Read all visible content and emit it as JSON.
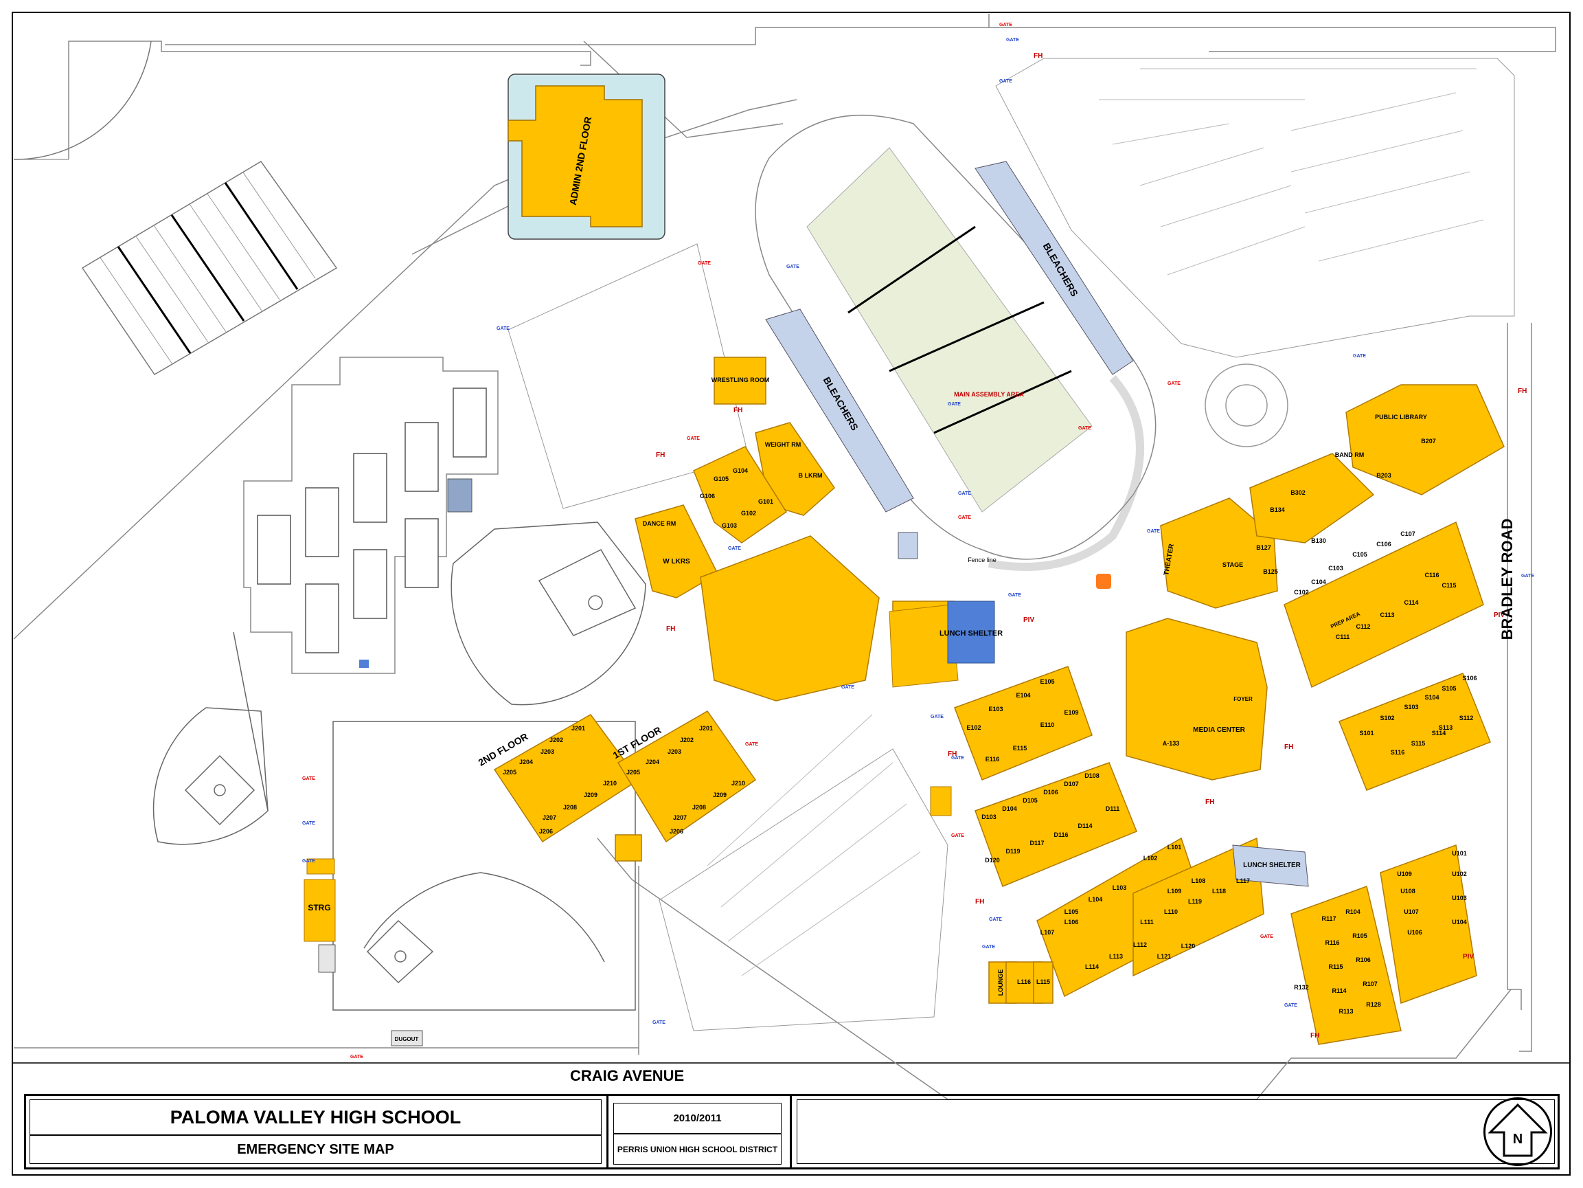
{
  "title_block": {
    "school": "PALOMA VALLEY HIGH SCHOOL",
    "subtitle": "EMERGENCY SITE MAP",
    "year": "2010/2011",
    "district": "PERRIS UNION HIGH SCHOOL DISTRICT",
    "north_letter": "N"
  },
  "roads": {
    "south": "CRAIG AVENUE",
    "east": "BRADLEY ROAD"
  },
  "colors": {
    "building": "#ffc000",
    "building_stroke": "#b07a00",
    "bleachers": "#c5d3ea",
    "field": "#e9efd9",
    "admin_bg": "#cde8ec",
    "lunch_shelter": "#4f7fd6",
    "gate": "#e00000"
  },
  "map": {
    "admin": "ADMIN 2ND FLOOR",
    "main_assembly": "MAIN ASSEMBLY AREA",
    "bleachers": "BLEACHERS",
    "lunch_shelter": "LUNCH SHELTER",
    "lunch_shelter_2": "LUNCH SHELTER",
    "wrestling": "WRESTLING ROOM",
    "weight": "WEIGHT RM",
    "dance": "DANCE RM",
    "w_lkrs": "W LKRS",
    "b_lkrm": "B LKRM",
    "theater": "THEATER",
    "stage": "STAGE",
    "band": "BAND RM",
    "library": "PUBLIC LIBRARY",
    "media_center": "MEDIA CENTER",
    "a133": "A-133",
    "foyer": "FOYER",
    "prep_area": "PREP AREA",
    "strg": "STRG",
    "dugout": "DUGOUT",
    "lounge": "LOUNGE",
    "fence_line": "Fence line",
    "j_2nd_floor": "2ND FLOOR",
    "j_1st_floor": "1ST FLOOR",
    "gate": "GATE",
    "fh": "FH",
    "piv": "PIV",
    "g_rooms": [
      "G105",
      "G104",
      "G106",
      "G101",
      "G102",
      "G103"
    ],
    "j2_rooms": [
      "J201",
      "J202",
      "J203",
      "J204",
      "J205",
      "J210",
      "J209",
      "J208",
      "J207",
      "J206"
    ],
    "j1_rooms": [
      "J201",
      "J202",
      "J203",
      "J204",
      "J205",
      "J210",
      "J209",
      "J208",
      "J207",
      "J206"
    ],
    "e_rooms": [
      "E103",
      "E104",
      "E105",
      "E102",
      "E110",
      "E109",
      "E116",
      "E115"
    ],
    "d_rooms": [
      "D103",
      "D104",
      "D105",
      "D106",
      "D107",
      "D108",
      "D111",
      "D120",
      "D119",
      "D117",
      "D116",
      "D114"
    ],
    "l_rooms": [
      "L102",
      "L101",
      "L105",
      "L104",
      "L103",
      "L109",
      "L108",
      "L107",
      "L106",
      "L111",
      "L110",
      "L119",
      "L118",
      "L117",
      "L114",
      "L113",
      "L112",
      "L121",
      "L120"
    ],
    "l_small": [
      "L116",
      "L115"
    ],
    "c_rooms": [
      "C105",
      "C106",
      "C107",
      "C103",
      "C104",
      "C102",
      "C116",
      "C115",
      "C114",
      "C113",
      "C112",
      "C111"
    ],
    "s_rooms": [
      "S105",
      "S106",
      "S102",
      "S103",
      "S104",
      "S101",
      "S113",
      "S112",
      "S116",
      "S115",
      "S114"
    ],
    "u_rooms": [
      "U101",
      "U109",
      "U102",
      "U108",
      "U103",
      "U107",
      "U104",
      "U106"
    ],
    "r_rooms": [
      "R117",
      "R104",
      "R116",
      "R105",
      "R115",
      "R106",
      "R114",
      "R107",
      "R113",
      "R128",
      "R132"
    ],
    "b_rooms": [
      "B134",
      "B302",
      "B127",
      "B130",
      "B125",
      "B203",
      "B207"
    ]
  }
}
